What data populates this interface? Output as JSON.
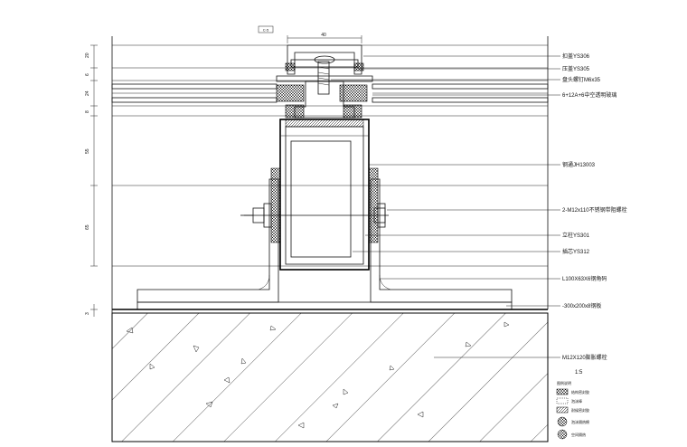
{
  "tag": "C-5",
  "top_dimension": "40",
  "scale": "1:5",
  "callouts": [
    "扣盖YS306",
    "压盖YS305",
    "盘头螺钉M6x35",
    "6+12A+6中空透明玻璃",
    "钢通JH13003",
    "2-M12x110不锈钢带阻螺栓",
    "立柱YS301",
    "插芯YS312",
    "L100X63X6钢角码",
    "-300x200x8钢板",
    "M12X120膨胀螺栓"
  ],
  "left_dimensions": [
    "20",
    "6",
    "24",
    "8",
    "55",
    "65",
    "3"
  ],
  "legend": {
    "title": "图例说明",
    "items": [
      {
        "label": "结构密封胶",
        "icon": "crosshatch-swatch-icon"
      },
      {
        "label": "泡沫棒",
        "icon": "dotted-swatch-icon"
      },
      {
        "label": "耐候密封胶",
        "icon": "diagonal-swatch-icon"
      },
      {
        "label": "泡沫隔热棉",
        "icon": "circle-hatch-icon"
      },
      {
        "label": "空间隔热",
        "icon": "circle-hatch-icon"
      }
    ]
  }
}
